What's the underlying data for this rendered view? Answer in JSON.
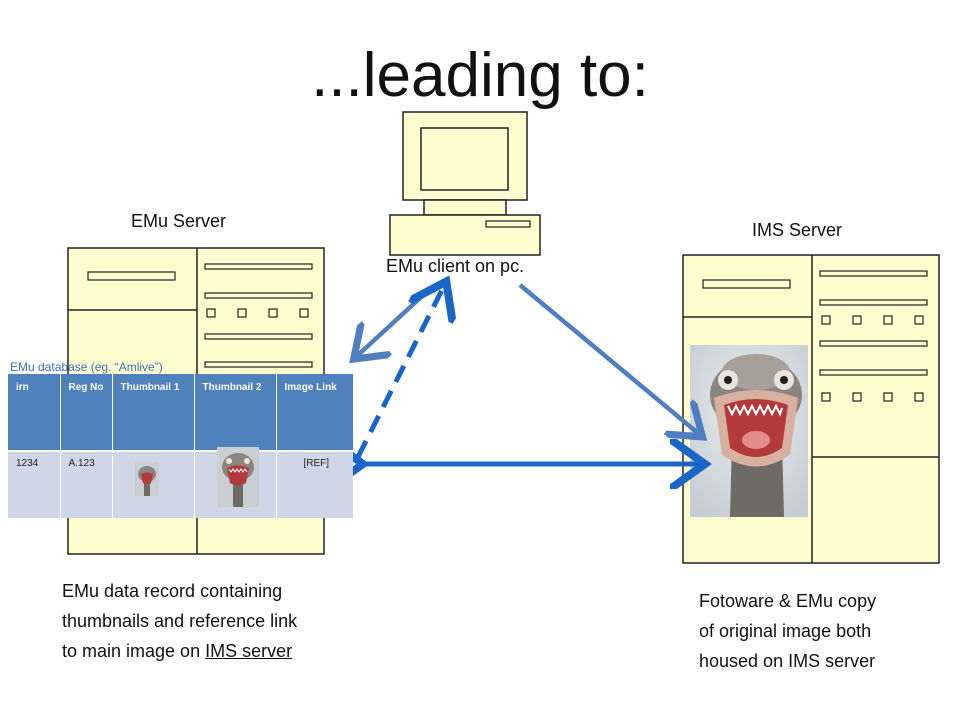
{
  "slide": {
    "title": "...leading to:"
  },
  "labels": {
    "emu_server": "EMu Server",
    "ims_server": "IMS Server",
    "emu_client": "EMu client on pc.",
    "emu_database": "EMu database (eg. “Amlive”)"
  },
  "db_table": {
    "headers": [
      "irn",
      "Reg No",
      "Thumbnail 1",
      "Thumbnail 2",
      "Image Link"
    ],
    "row": {
      "irn": "1234",
      "reg_no": "A.123",
      "image_link": "[REF]"
    }
  },
  "captions": {
    "left_line1": "EMu data record containing",
    "left_line2": "thumbnails and reference link",
    "left_line3_prefix": "to main image on ",
    "left_line3_link": "IMS server",
    "right_line1": "Fotoware & EMu copy",
    "right_line2": "of original image both",
    "right_line3": "housed on IMS server"
  },
  "colors": {
    "server_fill": "#fffdd0",
    "arrow_blue": "#4f7fc0",
    "arrow_dark_blue": "#1a66c8",
    "table_header": "#4f81bd",
    "table_row": "#cfd7e7"
  },
  "icons": {
    "pc": "desktop-computer-icon",
    "server": "server-rack-icon",
    "photo": "ostrich-photo"
  }
}
